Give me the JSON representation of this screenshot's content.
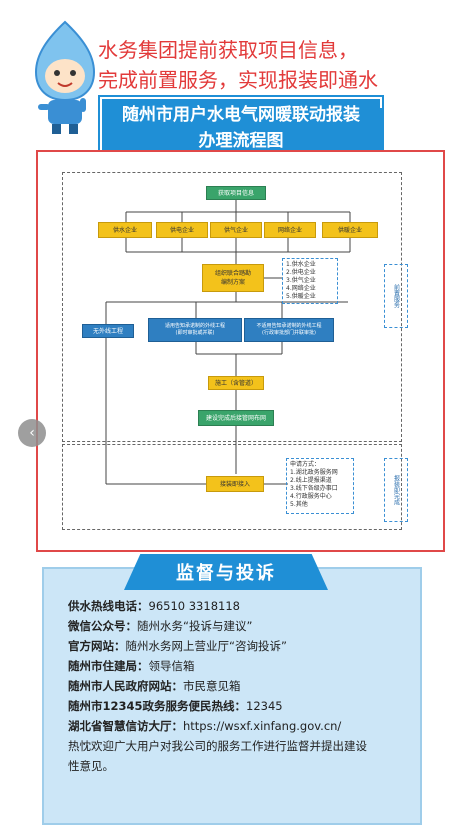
{
  "header": {
    "banner_line1": "水务集团提前获取项目信息，",
    "banner_line2": "完成前置服务，实现报装即通水",
    "title_line1": "随州市用户水电气网暖联动报装",
    "title_line2": "办理流程图"
  },
  "flow": {
    "start": "获取项目信息",
    "enterprises": [
      "供水企业",
      "供电企业",
      "供气企业",
      "网络企业",
      "供暖企业"
    ],
    "plan": "组织联合踏勘\n编制方案",
    "plan_list": [
      "1.供水企业",
      "2.供电企业",
      "3.供气企业",
      "4.网络企业",
      "5.供暖企业"
    ],
    "branches": [
      "无外线工程",
      "适用告知承诺制的外线工程\n(即时审批或并联)",
      "不适用告知承诺制的外线工程\n(行政审批部门并联审批)"
    ],
    "construction": "施工（含管道）",
    "complete": "建设完成后接管网布网",
    "connect": "接装即接入",
    "apply_title": "申请方式：",
    "apply_list": [
      "1.湖北政务服务网",
      "2.线上提报渠道",
      "3.线下各级办事口",
      "4.行政服务中心",
      "5.其他"
    ],
    "side_top": "前置服务",
    "side_bottom": "报装即完成"
  },
  "nav": {
    "prev_icon": "‹"
  },
  "supervision": {
    "title": "监督与投诉",
    "rows": [
      {
        "label": "供水热线电话：",
        "value": "96510  3318118"
      },
      {
        "label": "微信公众号：",
        "value": "随州水务“投诉与建议”"
      },
      {
        "label": "官方网站：",
        "value": "随州水务网上营业厅“咨询投诉”"
      },
      {
        "label": "随州市住建局：",
        "value": "领导信箱"
      },
      {
        "label": "随州市人民政府网站：",
        "value": "市民意见箱"
      },
      {
        "label": "随州市12345政务服务便民热线：",
        "value": "12345"
      },
      {
        "label": "湖北省智慧信访大厅：",
        "value": "https://wsxf.xinfang.gov.cn/"
      }
    ],
    "closing_line1": "热忱欢迎广大用户对我公司的服务工作进行监督并提出建设",
    "closing_line2": "性意见。"
  },
  "colors": {
    "accent": "#1f8fd6",
    "banner_red": "#e23a3a",
    "panel_border": "#e04848",
    "box_bg": "#cce6f7"
  }
}
